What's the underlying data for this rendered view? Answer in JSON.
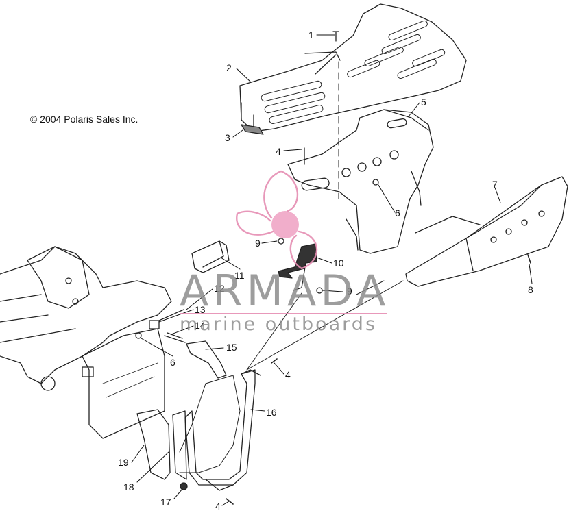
{
  "copyright": "© 2004 Polaris Sales Inc.",
  "watermark": {
    "brand": "ARMADA",
    "tagline": "marine outboards",
    "accent_color": "#e58db2"
  },
  "callouts": [
    "1",
    "2",
    "3",
    "4",
    "5",
    "6",
    "7",
    "8",
    "9",
    "9",
    "10",
    "11",
    "12",
    "13",
    "14",
    "15",
    "6",
    "4",
    "16",
    "19",
    "18",
    "17",
    "4"
  ]
}
